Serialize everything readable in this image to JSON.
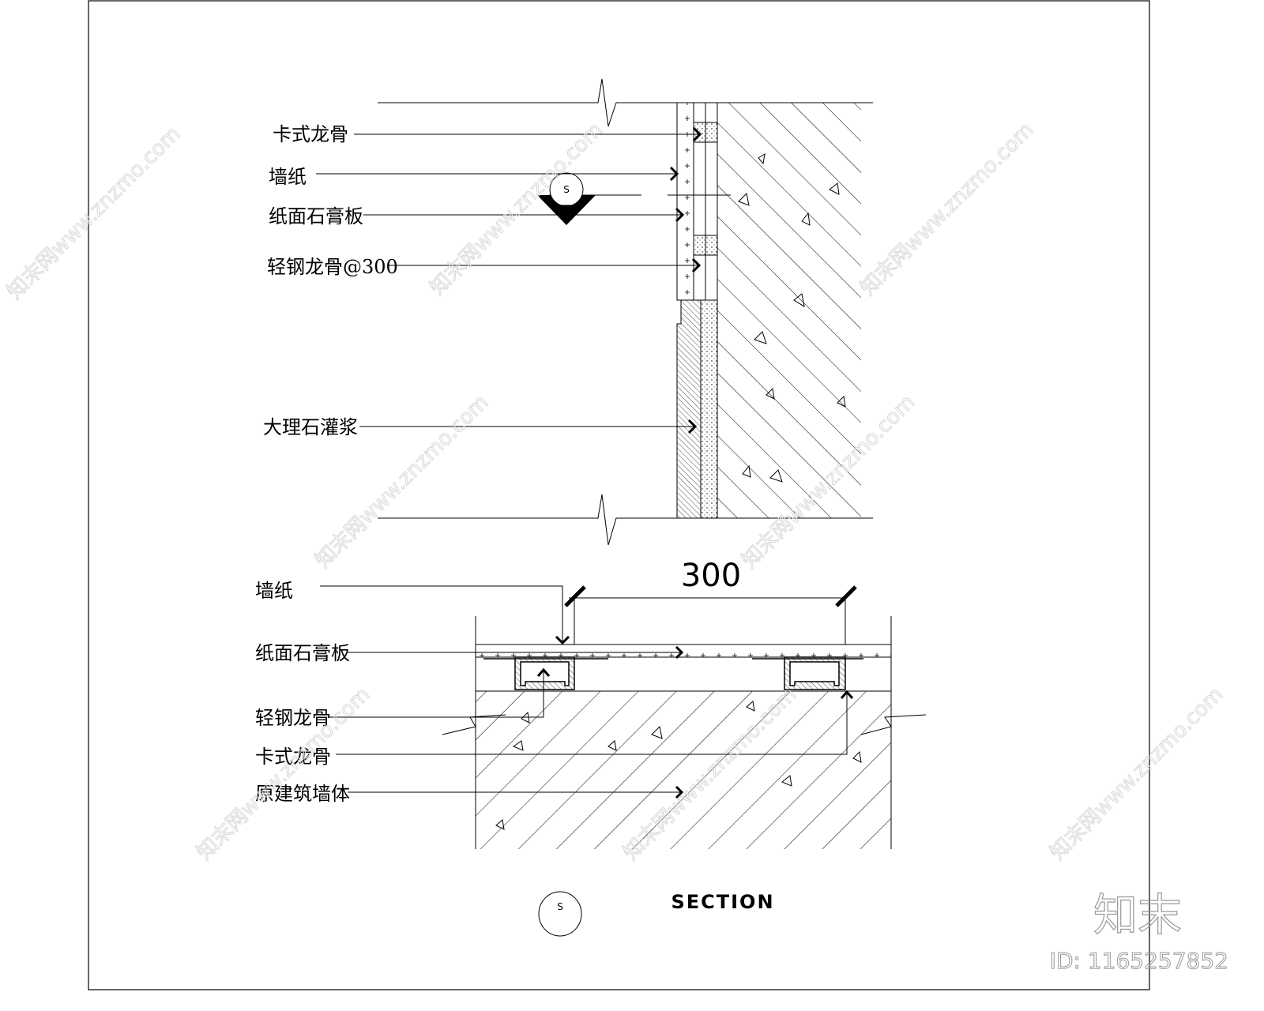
{
  "drawing": {
    "upper_labels": [
      "卡式龙骨",
      "墙纸",
      "纸面石膏板",
      "轻钢龙骨@300",
      "大理石灌浆"
    ],
    "lower_labels": [
      "墙纸",
      "纸面石膏板",
      "轻钢龙骨",
      "卡式龙骨",
      "原建筑墙体"
    ],
    "dimension": "300",
    "section_mark": "S",
    "title": "SECTION"
  },
  "watermark": {
    "site": "知末网www.znzmo.com",
    "brand": "知末",
    "id": "ID: 1165257852"
  }
}
